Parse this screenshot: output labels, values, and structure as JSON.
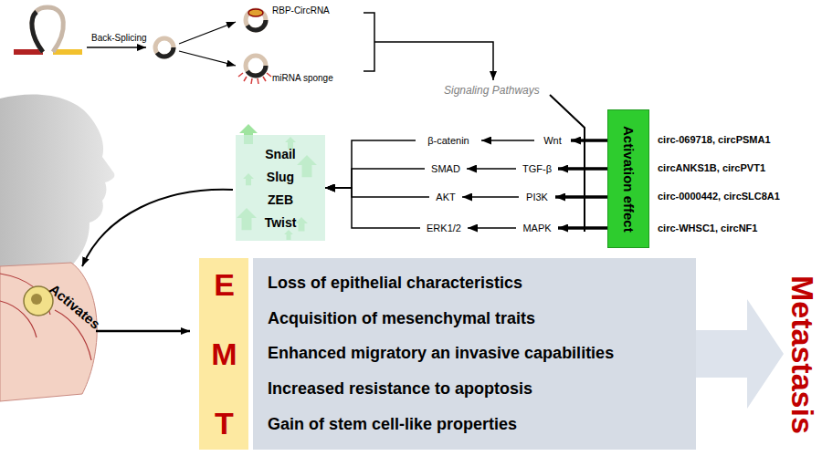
{
  "diagram": {
    "nodes": [
      {
        "text": [
          "Snail",
          "Slug",
          "ZEB",
          "Twist"
        ]
      },
      {
        "text": [
          "Activation effect"
        ]
      },
      {
        "text": [
          "Wnt"
        ]
      },
      {
        "text": [
          "β-catenin"
        ]
      },
      {
        "text": [
          "TGF-β"
        ]
      },
      {
        "text": [
          "SMAD"
        ]
      },
      {
        "text": [
          "PI3K"
        ]
      },
      {
        "text": [
          "AKT"
        ]
      },
      {
        "text": [
          "MAPK"
        ]
      },
      {
        "text": [
          "ERK1/2"
        ]
      },
      {
        "text": [
          "E M T"
        ]
      },
      {
        "text": [
          "Loss of epithelial characteristics",
          "Acquisition of mesenchymal traits",
          "Enhanced migratory an invasive capabilities",
          "Increased resistance to apoptosis",
          "Gain of stem cell-like properties"
        ]
      },
      {
        "text": [
          "Metastasis"
        ]
      }
    ],
    "edges": [
      {
        "from": 1,
        "to": 2,
        "arrow": "to"
      },
      {
        "from": 1,
        "to": 4,
        "arrow": "to"
      },
      {
        "from": 1,
        "to": 6,
        "arrow": "to"
      },
      {
        "from": 1,
        "to": 8,
        "arrow": "to"
      },
      {
        "from": 2,
        "to": 3,
        "arrow": "to"
      },
      {
        "from": 4,
        "to": 5,
        "arrow": "to"
      },
      {
        "from": 6,
        "to": 7,
        "arrow": "to"
      },
      {
        "from": 8,
        "to": 9,
        "arrow": "to"
      },
      {
        "from": 3,
        "to": 0,
        "arrow": "to"
      },
      {
        "from": 5,
        "to": 0,
        "arrow": "to"
      },
      {
        "from": 7,
        "to": 0,
        "arrow": "to"
      },
      {
        "from": 9,
        "to": 0,
        "arrow": "to"
      },
      {
        "from": 11,
        "to": 12,
        "arrow": "to"
      }
    ],
    "labels": [
      "Back-Splicing",
      "RBP-CircRNA",
      "miRNA sponge",
      "Signaling Pathways",
      "circ-069718, circPSMA1",
      "circANKS1B, circPVT1",
      "circ-0000442, circSLC8A1",
      "circ-WHSC1, circNF1",
      "Activates"
    ]
  }
}
